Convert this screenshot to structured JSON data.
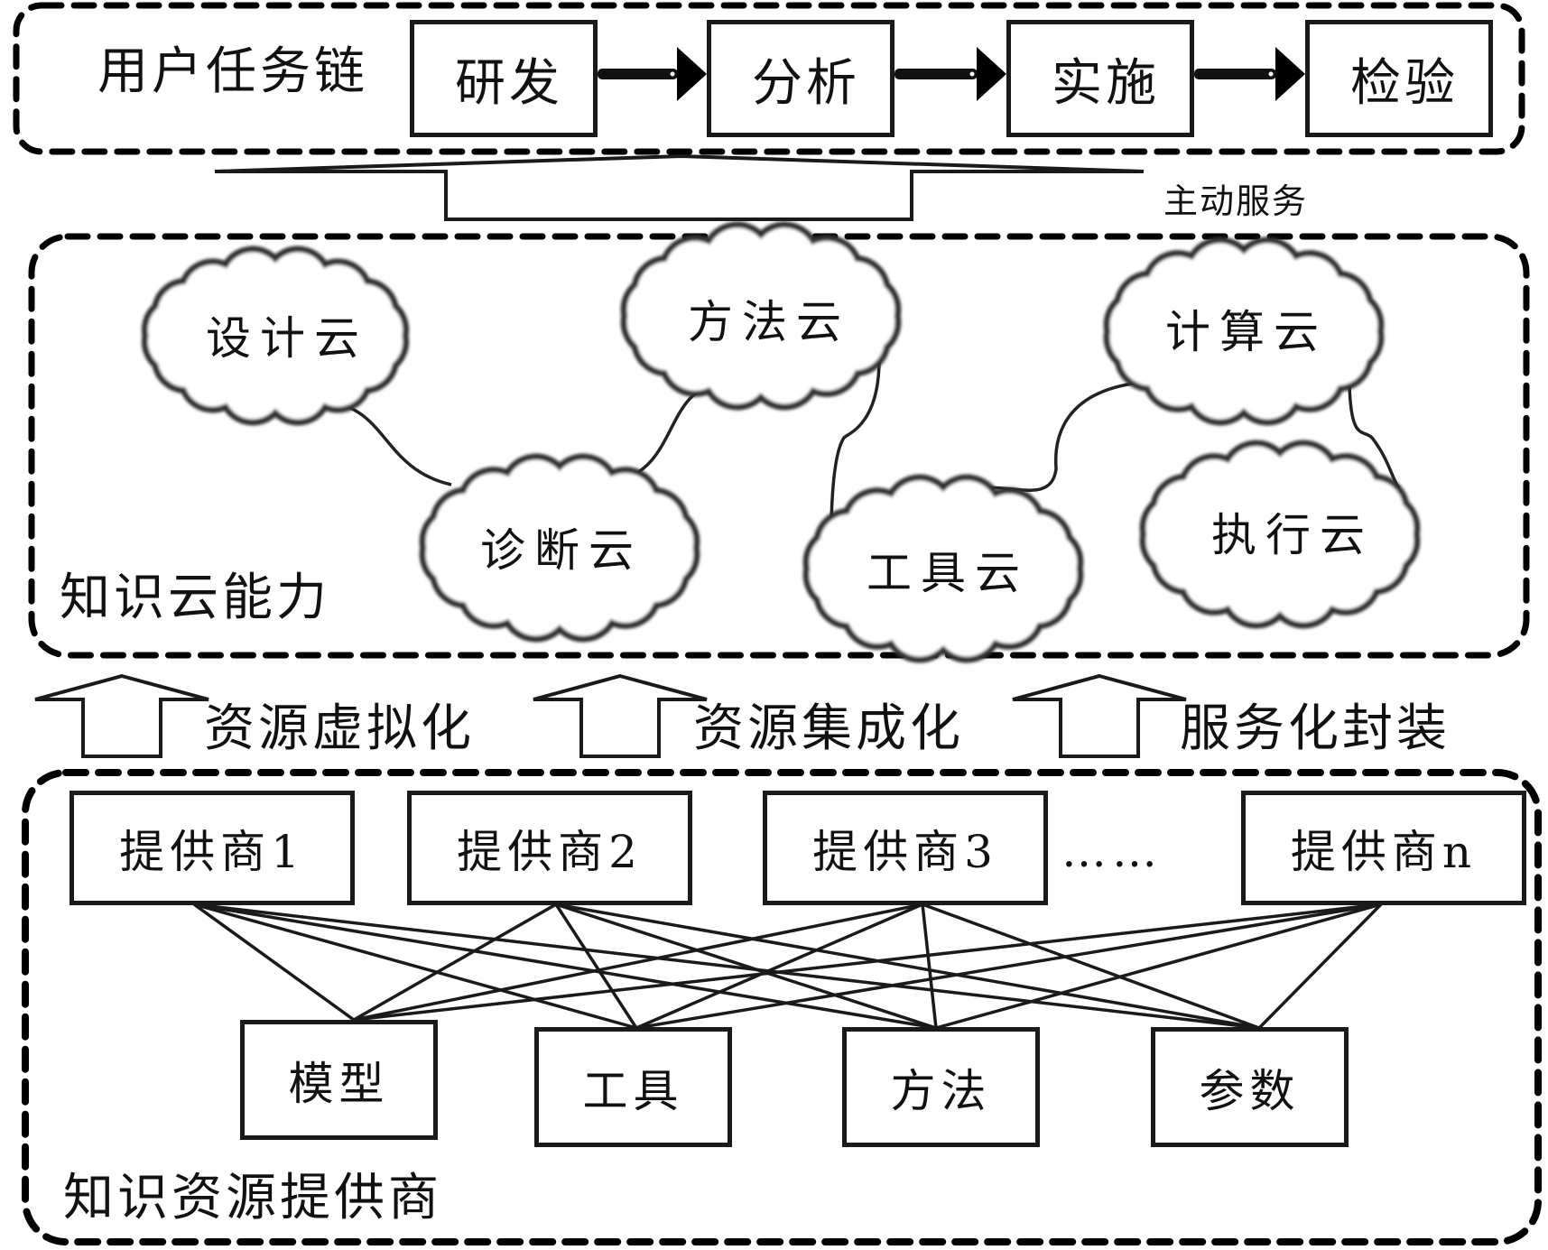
{
  "task_chain": {
    "label": "用户任务链",
    "steps": [
      "研发",
      "分析",
      "实施",
      "检验"
    ]
  },
  "active_service": {
    "label": "主动服务"
  },
  "cloud_capability": {
    "label": "知识云能力",
    "clouds": [
      {
        "id": "design",
        "label": "设计云"
      },
      {
        "id": "method",
        "label": "方法云"
      },
      {
        "id": "compute",
        "label": "计算云"
      },
      {
        "id": "diagnosis",
        "label": "诊断云"
      },
      {
        "id": "tool",
        "label": "工具云"
      },
      {
        "id": "execute",
        "label": "执行云"
      }
    ],
    "links": [
      [
        "design",
        "diagnosis"
      ],
      [
        "method",
        "diagnosis"
      ],
      [
        "method",
        "tool"
      ],
      [
        "compute",
        "tool"
      ],
      [
        "compute",
        "execute"
      ]
    ]
  },
  "transforms": [
    "资源虚拟化",
    "资源集成化",
    "服务化封装"
  ],
  "providers": {
    "label": "知识资源提供商",
    "items": [
      "提供商1",
      "提供商2",
      "提供商3",
      "提供商n"
    ],
    "ellipsis": "……",
    "resources": [
      "模型",
      "工具",
      "方法",
      "参数"
    ]
  }
}
